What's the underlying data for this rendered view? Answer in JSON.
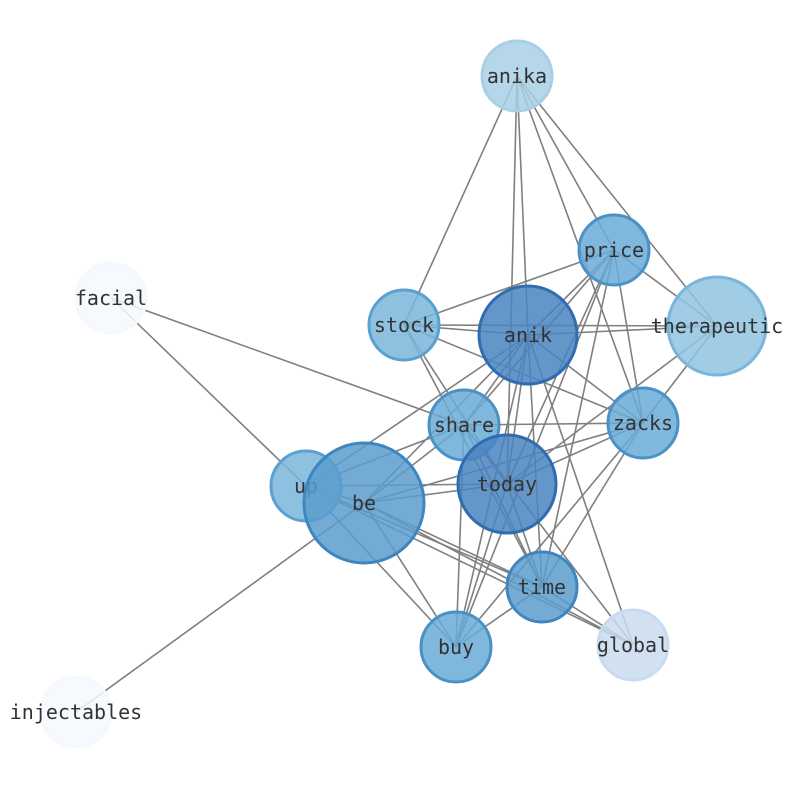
{
  "nodes": [
    {
      "id": "anika",
      "label": "anika",
      "color": "#a9cfe5",
      "stroke": "#a9cfe5"
    },
    {
      "id": "price",
      "label": "price",
      "color": "#6aaad6",
      "stroke": "#4a92c6"
    },
    {
      "id": "facial",
      "label": "facial",
      "color": "#f5f9fe",
      "stroke": "#f5f9fe"
    },
    {
      "id": "stock",
      "label": "stock",
      "color": "#7ab6db",
      "stroke": "#5aa0d0"
    },
    {
      "id": "anik",
      "label": "anik",
      "color": "#4a84c0",
      "stroke": "#2f6db0"
    },
    {
      "id": "therapeutic",
      "label": "therapeutic",
      "color": "#91c3e0",
      "stroke": "#7ab6db"
    },
    {
      "id": "share",
      "label": "share",
      "color": "#6aaad6",
      "stroke": "#4a92c6"
    },
    {
      "id": "zacks",
      "label": "zacks",
      "color": "#6aaad6",
      "stroke": "#4a92c6"
    },
    {
      "id": "up",
      "label": "up",
      "color": "#7ab6db",
      "stroke": "#5aa0d0"
    },
    {
      "id": "today",
      "label": "today",
      "color": "#4a84c0",
      "stroke": "#2f6db0"
    },
    {
      "id": "be",
      "label": "be",
      "color": "#5b9cce",
      "stroke": "#3d86c0"
    },
    {
      "id": "time",
      "label": "time",
      "color": "#5b9cce",
      "stroke": "#3d86c0"
    },
    {
      "id": "buy",
      "label": "buy",
      "color": "#6aaad6",
      "stroke": "#4a92c6"
    },
    {
      "id": "global",
      "label": "global",
      "color": "#c9dcef",
      "stroke": "#c9dcef"
    },
    {
      "id": "injectables",
      "label": "injectables",
      "color": "#f5f9fe",
      "stroke": "#f5f9fe"
    }
  ],
  "edges": [
    [
      "anika",
      "stock"
    ],
    [
      "anika",
      "anik"
    ],
    [
      "anika",
      "price"
    ],
    [
      "anika",
      "therapeutic"
    ],
    [
      "anika",
      "today"
    ],
    [
      "anika",
      "zacks"
    ],
    [
      "price",
      "stock"
    ],
    [
      "price",
      "anik"
    ],
    [
      "price",
      "therapeutic"
    ],
    [
      "price",
      "zacks"
    ],
    [
      "price",
      "today"
    ],
    [
      "price",
      "time"
    ],
    [
      "price",
      "buy"
    ],
    [
      "price",
      "share"
    ],
    [
      "facial",
      "share"
    ],
    [
      "facial",
      "up"
    ],
    [
      "stock",
      "anik"
    ],
    [
      "stock",
      "therapeutic"
    ],
    [
      "stock",
      "zacks"
    ],
    [
      "stock",
      "time"
    ],
    [
      "stock",
      "today"
    ],
    [
      "anik",
      "therapeutic"
    ],
    [
      "anik",
      "zacks"
    ],
    [
      "anik",
      "share"
    ],
    [
      "anik",
      "up"
    ],
    [
      "anik",
      "be"
    ],
    [
      "anik",
      "today"
    ],
    [
      "anik",
      "time"
    ],
    [
      "anik",
      "buy"
    ],
    [
      "anik",
      "global"
    ],
    [
      "therapeutic",
      "zacks"
    ],
    [
      "therapeutic",
      "today"
    ],
    [
      "share",
      "zacks"
    ],
    [
      "share",
      "be"
    ],
    [
      "share",
      "today"
    ],
    [
      "share",
      "time"
    ],
    [
      "share",
      "buy"
    ],
    [
      "share",
      "global"
    ],
    [
      "zacks",
      "today"
    ],
    [
      "zacks",
      "time"
    ],
    [
      "zacks",
      "buy"
    ],
    [
      "zacks",
      "be"
    ],
    [
      "up",
      "be"
    ],
    [
      "up",
      "today"
    ],
    [
      "up",
      "time"
    ],
    [
      "up",
      "buy"
    ],
    [
      "up",
      "global"
    ],
    [
      "up",
      "share"
    ],
    [
      "today",
      "be"
    ],
    [
      "today",
      "time"
    ],
    [
      "today",
      "buy"
    ],
    [
      "be",
      "time"
    ],
    [
      "be",
      "buy"
    ],
    [
      "be",
      "global"
    ],
    [
      "be",
      "injectables"
    ],
    [
      "time",
      "buy"
    ],
    [
      "time",
      "global"
    ]
  ]
}
